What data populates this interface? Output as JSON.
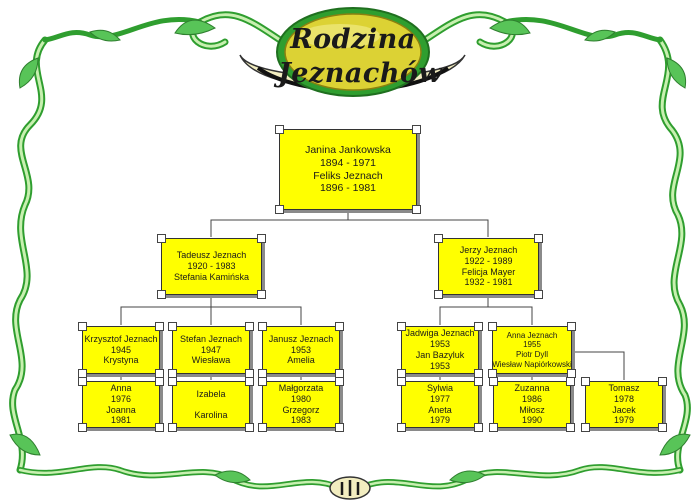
{
  "title": {
    "line1": "Rodzina",
    "line2": "Jeznachów"
  },
  "colors": {
    "box_fill": "#ffff00",
    "box_border": "#333333",
    "frame_green": "#3cb83c",
    "frame_light": "#c8f0b0",
    "badge_gold": "#d8d020"
  },
  "root": {
    "lines": [
      "Janina Jankowska",
      "1894 - 1971",
      "Feliks Jeznach",
      "1896 - 1981"
    ]
  },
  "gen2": [
    {
      "lines": [
        "Tadeusz Jeznach",
        "1920 - 1983",
        "Stefania Kamińska"
      ]
    },
    {
      "lines": [
        "Jerzy Jeznach",
        "1922 - 1989",
        "Felicja Mayer",
        "1932 - 1981"
      ]
    }
  ],
  "gen3": [
    {
      "lines": [
        "Krzysztof Jeznach",
        "1945",
        "Krystyna"
      ]
    },
    {
      "lines": [
        "Stefan Jeznach",
        "1947",
        "Wiesława"
      ]
    },
    {
      "lines": [
        "Janusz Jeznach",
        "1953",
        "Amelia"
      ]
    },
    {
      "lines": [
        "Jadwiga Jeznach",
        "1953",
        "Jan Bazyluk",
        "1953"
      ]
    },
    {
      "lines": [
        "Anna Jeznach",
        "1955",
        "Piotr Dyll",
        "Wiesław Napiórkowski"
      ]
    }
  ],
  "gen4": [
    {
      "lines": [
        "Anna",
        "1976",
        "Joanna",
        "1981"
      ]
    },
    {
      "lines": [
        "Izabela",
        "Karolina"
      ]
    },
    {
      "lines": [
        "Małgorzata",
        "1980",
        "Grzegorz",
        "1983"
      ]
    },
    {
      "lines": [
        "Sylwia",
        "1977",
        "Aneta",
        "1979"
      ]
    },
    {
      "lines": [
        "Zuzanna",
        "1986",
        "Miłosz",
        "1990"
      ]
    },
    {
      "lines": [
        "Tomasz",
        "1978",
        "Jacek",
        "1979"
      ]
    }
  ]
}
